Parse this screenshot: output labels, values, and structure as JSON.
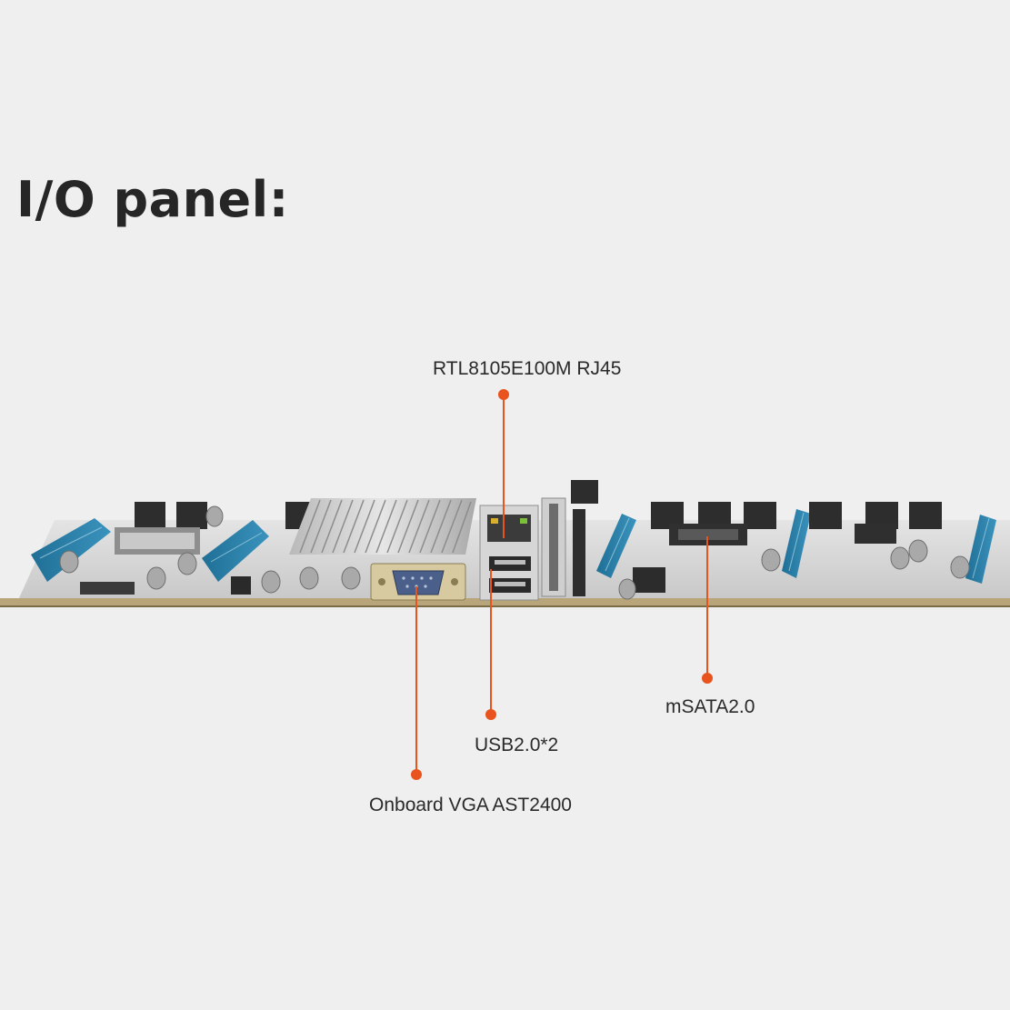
{
  "title": "I/O panel:",
  "callouts": {
    "rj45": "RTL8105E100M RJ45",
    "usb": "USB2.0*2",
    "vga": "Onboard VGA AST2400",
    "msata": "mSATA2.0"
  },
  "colors": {
    "background": "#efefef",
    "callout": "#e8531e",
    "pcb": "#d9d9d9",
    "slot": "#2a7fa8"
  }
}
